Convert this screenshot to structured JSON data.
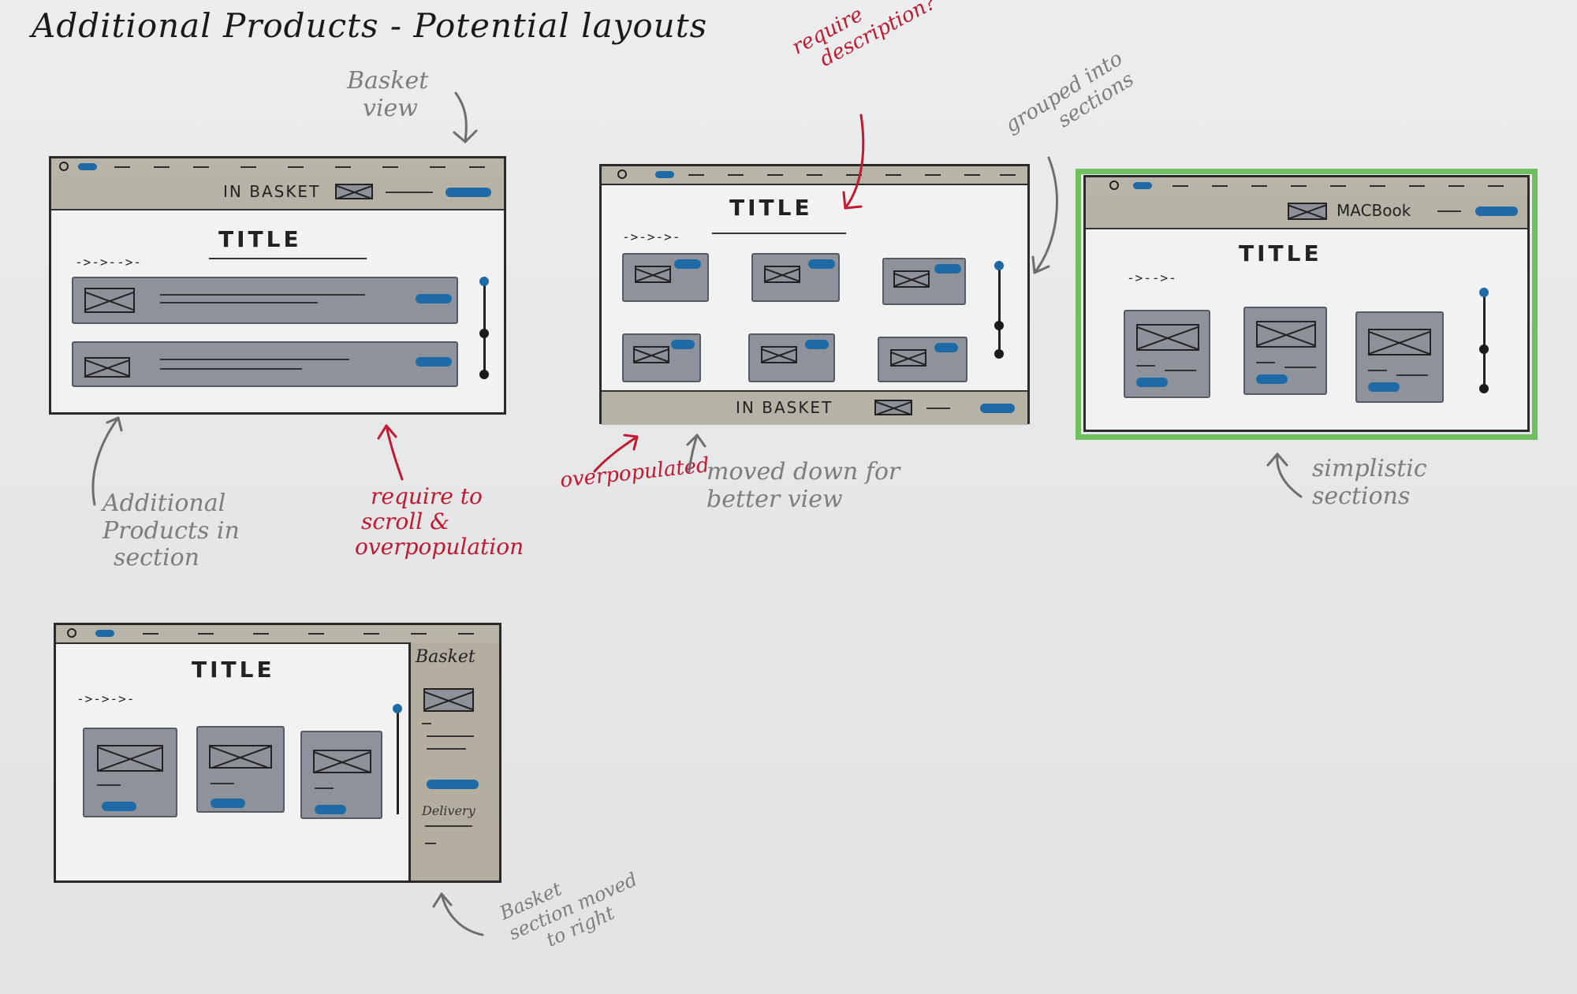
{
  "header": {
    "title": "Additional Products - Potential layouts"
  },
  "annotations": {
    "basket_view": [
      "Basket",
      "view"
    ],
    "require_description": [
      "require",
      "description?"
    ],
    "grouped_into_sections": [
      "grouped into",
      "sections"
    ],
    "additional_products": [
      "Additional",
      "Products in",
      "section"
    ],
    "require_scroll": [
      "require to",
      "scroll &",
      "overpopulation"
    ],
    "overpopulated": "overpopulated",
    "moved_down": [
      "moved down for",
      "better view"
    ],
    "simplistic_sections": [
      "simplistic",
      "sections"
    ],
    "basket_moved_right": [
      "Basket",
      "section moved",
      "to right"
    ]
  },
  "wireframes": {
    "w1": {
      "bar_label": "IN BASKET",
      "title": "TITLE",
      "crumb": "->->-->-"
    },
    "w2": {
      "bar_label": "IN BASKET",
      "title": "TITLE",
      "crumb": "->->->-"
    },
    "w3": {
      "bar_label": "MACBook",
      "title": "TITLE",
      "crumb": "->-->-"
    },
    "w4": {
      "title": "TITLE",
      "crumb": "->->->-",
      "side_title": "Basket",
      "side_delivery": "Delivery"
    }
  },
  "colors": {
    "accent_blue": "#1e6aa6",
    "annotation_red": "#c01a30",
    "annotation_grey": "#7d7d7f",
    "highlight_green": "#6fbf5f"
  }
}
